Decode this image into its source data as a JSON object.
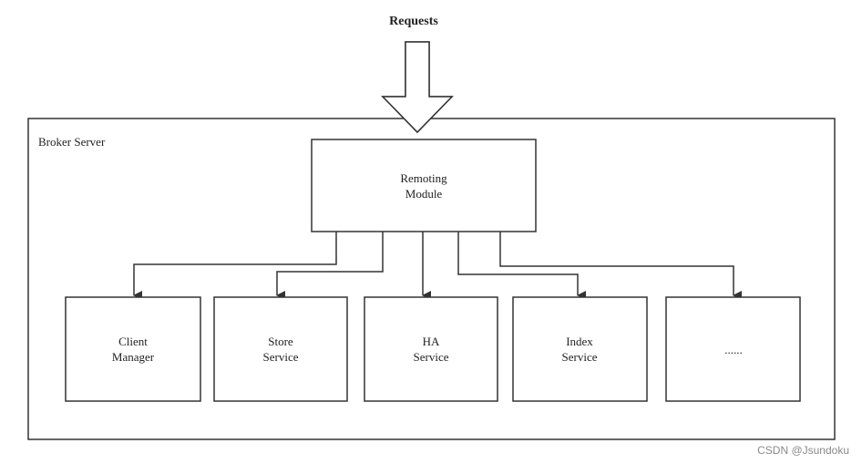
{
  "diagram": {
    "requests_label": "Requests",
    "container_label": "Broker Server",
    "remoting": {
      "line1": "Remoting",
      "line2": "Module"
    },
    "modules": [
      {
        "line1": "Client",
        "line2": "Manager"
      },
      {
        "line1": "Store",
        "line2": "Service"
      },
      {
        "line1": "HA",
        "line2": "Service"
      },
      {
        "line1": "Index",
        "line2": "Service"
      },
      {
        "line1": "......",
        "line2": ""
      }
    ]
  },
  "watermark": "CSDN @Jsundoku"
}
